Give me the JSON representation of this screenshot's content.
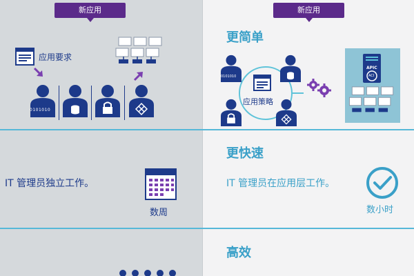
{
  "left": {
    "badge": "新应用",
    "app_requirement": "应用要求",
    "person1_code": "0101010",
    "row2_text": "IT 管理员独立工作。",
    "row2_time": "数周"
  },
  "right": {
    "badge": "新应用",
    "heading_simpler": "更简单",
    "person_code": "0101010",
    "app_policy": "应用策略",
    "apic_label": "APIC",
    "aci_label": "ACI",
    "heading_faster": "更快速",
    "row2_text": "IT 管理员在应用层工作。",
    "row2_time": "数小时",
    "heading_efficient": "高效"
  },
  "colors": {
    "accent": "#3aa0c8",
    "badge": "#5b2a8a",
    "navy": "#1d3a8a",
    "divider": "#55b8d8"
  }
}
